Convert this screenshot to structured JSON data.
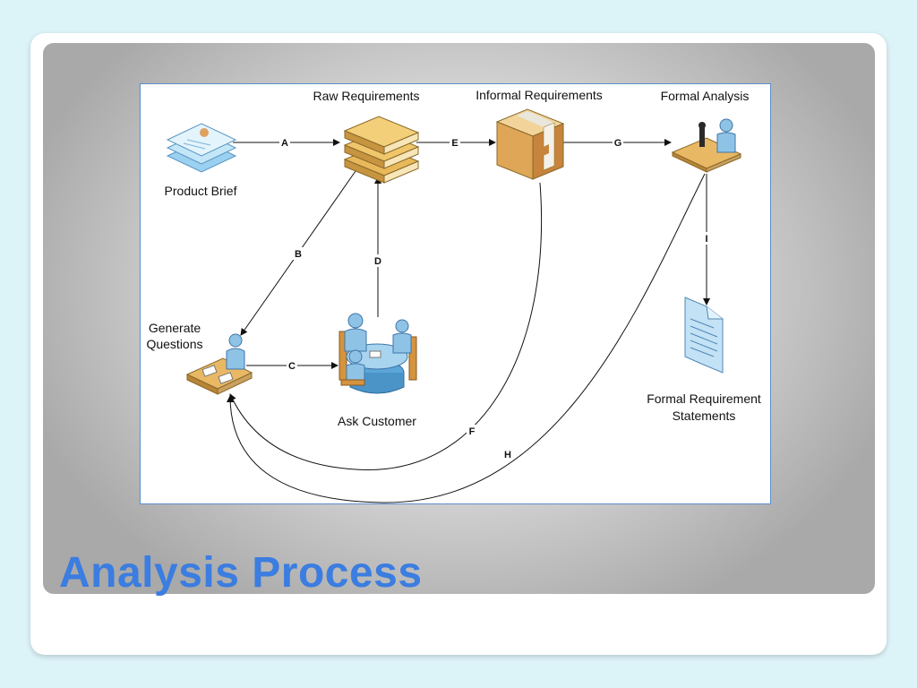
{
  "slide": {
    "title": "Analysis Process"
  },
  "diagram": {
    "nodes": {
      "product_brief": "Product Brief",
      "raw_requirements": "Raw Requirements",
      "informal_requirements": "Informal Requirements",
      "formal_analysis": "Formal Analysis",
      "generate_questions_line1": "Generate",
      "generate_questions_line2": "Questions",
      "ask_customer": "Ask Customer",
      "formal_statements_line1": "Formal Requirement",
      "formal_statements_line2": "Statements"
    },
    "edges": {
      "a": "A",
      "b": "B",
      "c": "C",
      "d": "D",
      "e": "E",
      "f": "F",
      "g": "G",
      "h": "H",
      "i": "I"
    },
    "icons": [
      "document-stack-icon",
      "book-stack-icon",
      "package-box-icon",
      "analyst-microscope-icon",
      "person-at-desk-icon",
      "meeting-table-icon",
      "document-icon"
    ],
    "colors": {
      "border": "#5b8fc9",
      "title": "#3b7de0",
      "icon_blue": "#8fc3e6",
      "icon_tan": "#e2b36a"
    }
  }
}
